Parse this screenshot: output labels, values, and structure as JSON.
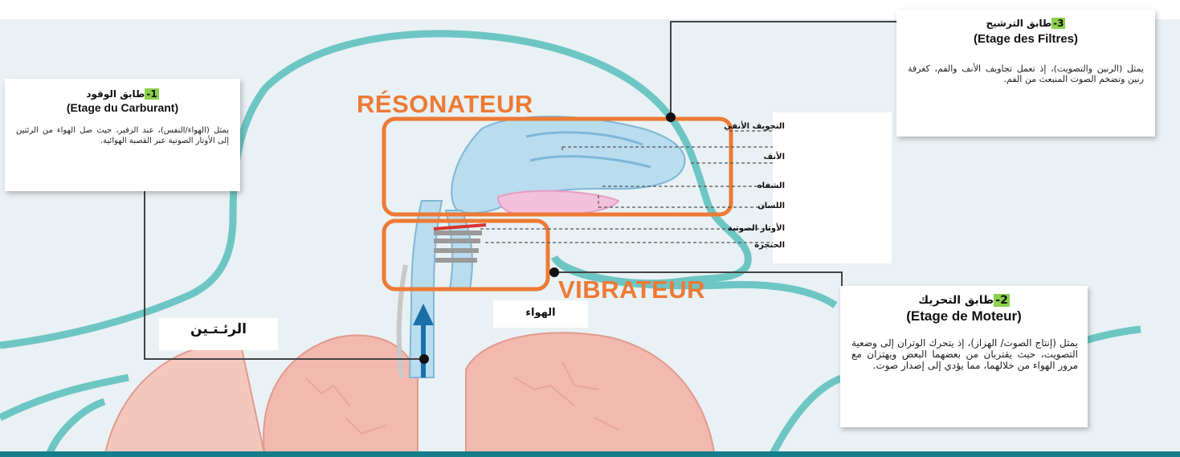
{
  "colors": {
    "accent_orange": "#ed7a35",
    "outline_teal": "#4fb8b8",
    "airway_blue": "#b9dcef",
    "lung_pink": "#f2b9ae",
    "tongue_pink": "#f3c1dc",
    "number_highlight": "#8bd14b"
  },
  "labels": {
    "resonateur": "RÉSONATEUR",
    "vibrateur": "VIBRATEUR",
    "poumons": "الرئـتـين",
    "air": "الهواء"
  },
  "organs": [
    "التجويف الأنفي",
    "الأنف",
    "الشفاه",
    "اللسان",
    "الأوتار الصوتية",
    "الحنجرة"
  ],
  "boxes": {
    "fuel": {
      "number": "1-",
      "title_ar": "طابق الوقود",
      "title_fr": "(Etage du Carburant)",
      "body": "يمثل (الهواء/النفس)، عند الزفير، حيث صل الهواء من الرئتين إلى الأوتار الصوتية عبر القصبة الهوائية."
    },
    "filters": {
      "number": "3-",
      "title_ar": "طابق الترشيح",
      "title_fr": "(Etage des Filtres)",
      "body": "يمثل (الرنين والتصويت)، إذ تعمل تجاويف الأنف والفم، كغرفة رنين وتضخم الصوت المنبعث من الفم."
    },
    "motor": {
      "number": "2-",
      "title_ar": "طابق التحريك",
      "title_fr": "(Etage de Moteur)",
      "body": "يمثل (إنتاج الصوت/ الهزاز)، إذ يتحرك الوتران إلى وضعية التصويت، حيث يقتربان من بعضهما البعض ويهتزان مع مرور الهواء من خلالهما، مما يؤدي إلى إصدار صوت."
    }
  }
}
